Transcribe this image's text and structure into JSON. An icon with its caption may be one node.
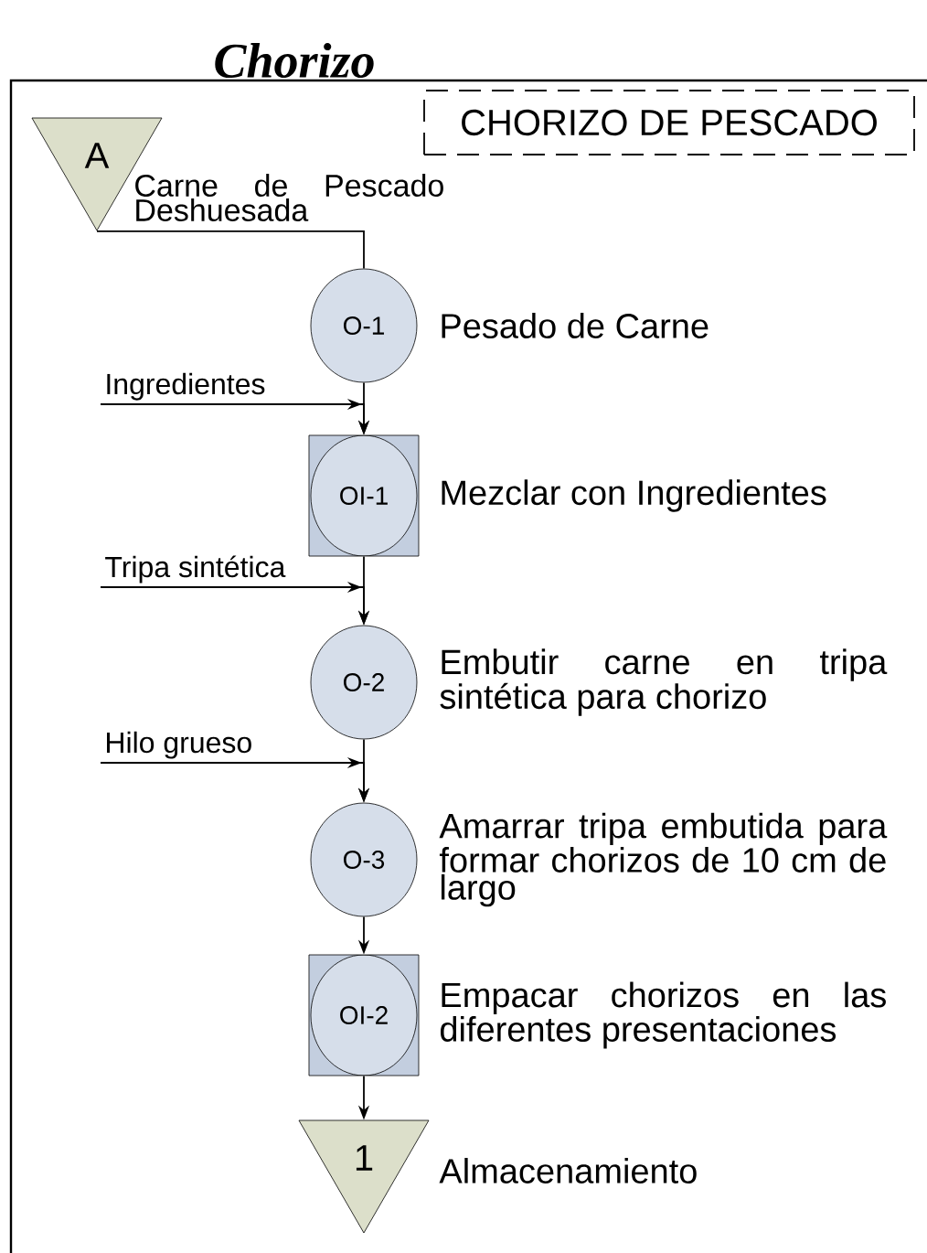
{
  "diagram": {
    "title": "Chorizo",
    "nodes": [
      {
        "text": [
          "CHORIZO DE PESCADO"
        ]
      },
      {
        "text": [
          "A"
        ],
        "beside": [
          "Carne de Pescado Deshuesada"
        ]
      },
      {
        "text": [
          "O-1"
        ],
        "beside": [
          "Pesado de Carne"
        ]
      },
      {
        "text": [
          "OI-1"
        ],
        "beside": [
          "Mezclar con Ingredientes"
        ]
      },
      {
        "text": [
          "O-2"
        ],
        "beside": [
          "Embutir carne en tripa sintética para chorizo"
        ]
      },
      {
        "text": [
          "O-3"
        ],
        "beside": [
          "Amarrar tripa embutida para formar chorizos de 10 cm de largo"
        ]
      },
      {
        "text": [
          "OI-2"
        ],
        "beside": [
          "Empacar chorizos en las diferentes presentaciones"
        ]
      },
      {
        "text": [
          "1"
        ],
        "beside": [
          "Almacenamiento"
        ]
      },
      {
        "text": [
          "Ingredientes"
        ]
      },
      {
        "text": [
          "Tripa sintética"
        ]
      },
      {
        "text": [
          "Hilo grueso"
        ]
      }
    ],
    "edges": [
      {
        "from": 1,
        "to": 2,
        "arrow": "none"
      },
      {
        "from": 2,
        "to": 3,
        "arrow": "to"
      },
      {
        "from": 8,
        "to": 3,
        "arrow": "to"
      },
      {
        "from": 3,
        "to": 4,
        "arrow": "to"
      },
      {
        "from": 9,
        "to": 4,
        "arrow": "to"
      },
      {
        "from": 4,
        "to": 5,
        "arrow": "to"
      },
      {
        "from": 10,
        "to": 5,
        "arrow": "to"
      },
      {
        "from": 5,
        "to": 6,
        "arrow": "to"
      },
      {
        "from": 6,
        "to": 7,
        "arrow": "to"
      }
    ]
  }
}
